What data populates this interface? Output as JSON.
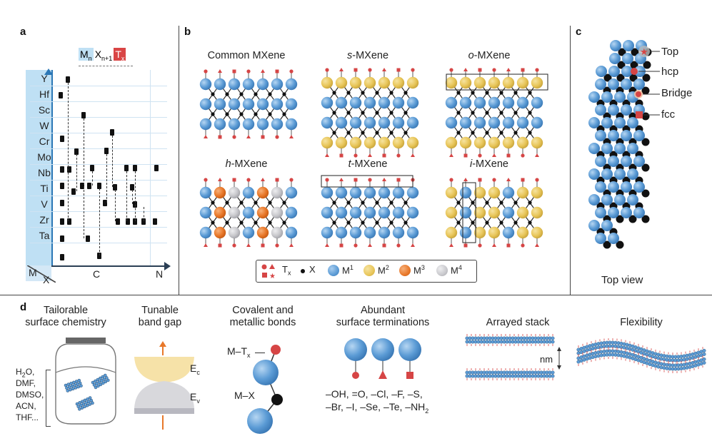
{
  "panel_a": {
    "label": "a",
    "formula": {
      "m": "M",
      "n": "n",
      "x": "X",
      "n1": "n+1",
      "t": "T",
      "tx": "x"
    },
    "elements": [
      "Y",
      "Hf",
      "Sc",
      "W",
      "Cr",
      "Mo",
      "Nb",
      "Ti",
      "V",
      "Zr",
      "Ta"
    ],
    "axis_m": "M",
    "axis_x": "X",
    "axis_c": "C",
    "axis_n": "N"
  },
  "panel_b": {
    "label": "b",
    "titles": {
      "common": "Common MXene",
      "s_prefix": "s",
      "s_rest": "-MXene",
      "o_prefix": "o",
      "o_rest": "-MXene",
      "h_prefix": "h",
      "h_rest": "-MXene",
      "t_prefix": "t",
      "t_rest": "-MXene",
      "i_prefix": "i",
      "i_rest": "-MXene"
    },
    "legend": {
      "tx": "T",
      "tx_sub": "x",
      "x": "X",
      "m1": "M",
      "m1_sup": "1",
      "m2": "M",
      "m2_sup": "2",
      "m3": "M",
      "m3_sup": "3",
      "m4": "M",
      "m4_sup": "4"
    },
    "colors": {
      "m1": "#5b9bd5",
      "m2": "#e8c65a",
      "m3": "#e8782a",
      "m4": "#c8c8cc",
      "term": "#d64545"
    }
  },
  "panel_c": {
    "label": "c",
    "sites": {
      "top": "Top",
      "hcp": "hcp",
      "bridge": "Bridge",
      "fcc": "fcc"
    },
    "caption": "Top view"
  },
  "panel_d": {
    "label": "d",
    "titles": {
      "t1a": "Tailorable",
      "t1b": "surface chemistry",
      "t2a": "Tunable",
      "t2b": "band gap",
      "t3a": "Covalent and",
      "t3b": "metallic bonds",
      "t4a": "Abundant",
      "t4b": "surface terminations",
      "t5": "Arrayed stack",
      "t6": "Flexibility"
    },
    "solvents": {
      "h2o_a": "H",
      "h2o_sub": "2",
      "h2o_b": "O,",
      "dmf": "DMF,",
      "dmso": "DMSO,",
      "acn": "ACN,",
      "thf": "THF..."
    },
    "bandgap": {
      "ec": "E",
      "ec_sub": "c",
      "ev": "E",
      "ev_sub": "v"
    },
    "bonds": {
      "mt": "M–T",
      "mt_sub": "x",
      "mx": "M–X"
    },
    "terminations": {
      "line1": "–OH, =O, –Cl, –F, –S,",
      "line2": "–Br, –I, –Se, –Te, –NH",
      "line2_sub": "2"
    },
    "stack_gap": "nm"
  }
}
